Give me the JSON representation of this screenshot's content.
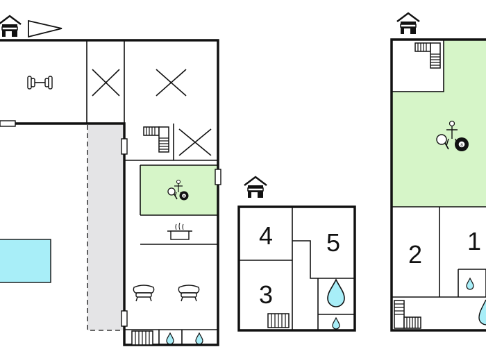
{
  "colors": {
    "wall": "#111111",
    "game_room": "#d6f5c8",
    "pool": "#a8eef8",
    "covered_walkway": "#e4e4e6",
    "water": "#a8eef8",
    "background": "#ffffff"
  },
  "icons": [
    "house-icon",
    "north-arrow-icon",
    "dumbbell-icon",
    "staircase-icon",
    "ping-pong-icon",
    "foosball-icon",
    "billiard-ball-icon",
    "cooking-pot-icon",
    "armchair-icon",
    "water-drop-icon"
  ],
  "billiard_ball": {
    "number": "8"
  },
  "buildings": {
    "main": {
      "entrance_icon": "house-icon"
    },
    "middle": {
      "entrance_icon": "house-icon",
      "rooms": [
        {
          "number": "4"
        },
        {
          "number": "5"
        },
        {
          "number": "3"
        }
      ]
    },
    "right": {
      "entrance_icon": "house-icon",
      "rooms": [
        {
          "number": "2"
        },
        {
          "number": "1"
        }
      ]
    }
  }
}
